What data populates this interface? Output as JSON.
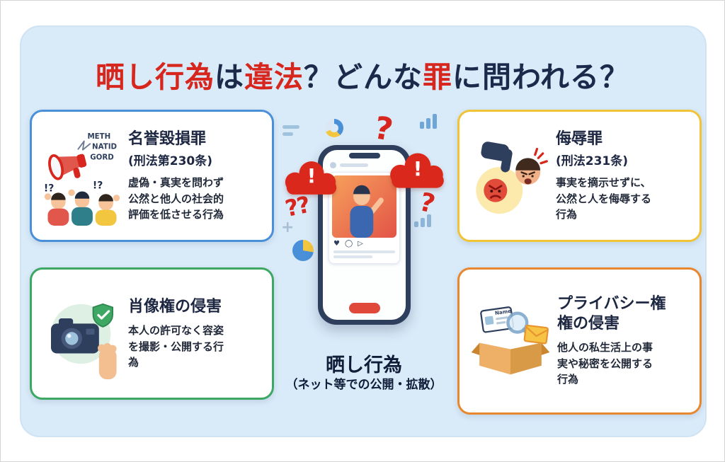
{
  "title": {
    "part1": "晒し行為",
    "part2": "は",
    "part3": "違法",
    "part4": "？どんな",
    "part5": "罪",
    "part6": "に問われる？"
  },
  "cards": [
    {
      "title": "名誉毀損罪",
      "subtitle": "(刑法第230条)",
      "description": "虚偽・真実を問わず\n公然と他人の社会的\n評価を低させる行為",
      "border_color": "#4a90d9",
      "icon": "megaphone-crowd",
      "icon_text_1": "METH",
      "icon_text_2": "NATID",
      "icon_text_3": "GORD",
      "icon_marks": "!?"
    },
    {
      "title": "侮辱罪",
      "subtitle": "(刑法231条)",
      "description": "事実を摘示せずに、\n公然と人を侮辱する\n行為",
      "border_color": "#f0c435",
      "icon": "thumbs-down-angry-face"
    },
    {
      "title": "肖像権の侵害",
      "description": "本人の許可なく容姿\nを撮影・公開する行\n為",
      "border_color": "#3da864",
      "icon": "camera-shield-hand"
    },
    {
      "title": "プライバシー権\n権の侵害",
      "description": "他人の私生活上の事\n実や秘密を公開する\n行為",
      "border_color": "#e8872d",
      "icon": "box-idcard-magnifier-envelope",
      "icon_text_1": "Name"
    }
  ],
  "center": {
    "label": "晒し行為",
    "sublabel": "（ネット等での公開・拡散）",
    "alert_mark": "!",
    "question_single": "?",
    "question_double": "??",
    "like_icon": "♥",
    "comment_icon": "◯",
    "share_icon": "▷"
  },
  "colors": {
    "panel_bg": "#d9eaf8",
    "accent_red": "#d7261d",
    "text_navy": "#1b2a4a",
    "card_blue": "#4a90d9",
    "card_yellow": "#f0c435",
    "card_green": "#3da864",
    "card_orange": "#e8872d"
  }
}
